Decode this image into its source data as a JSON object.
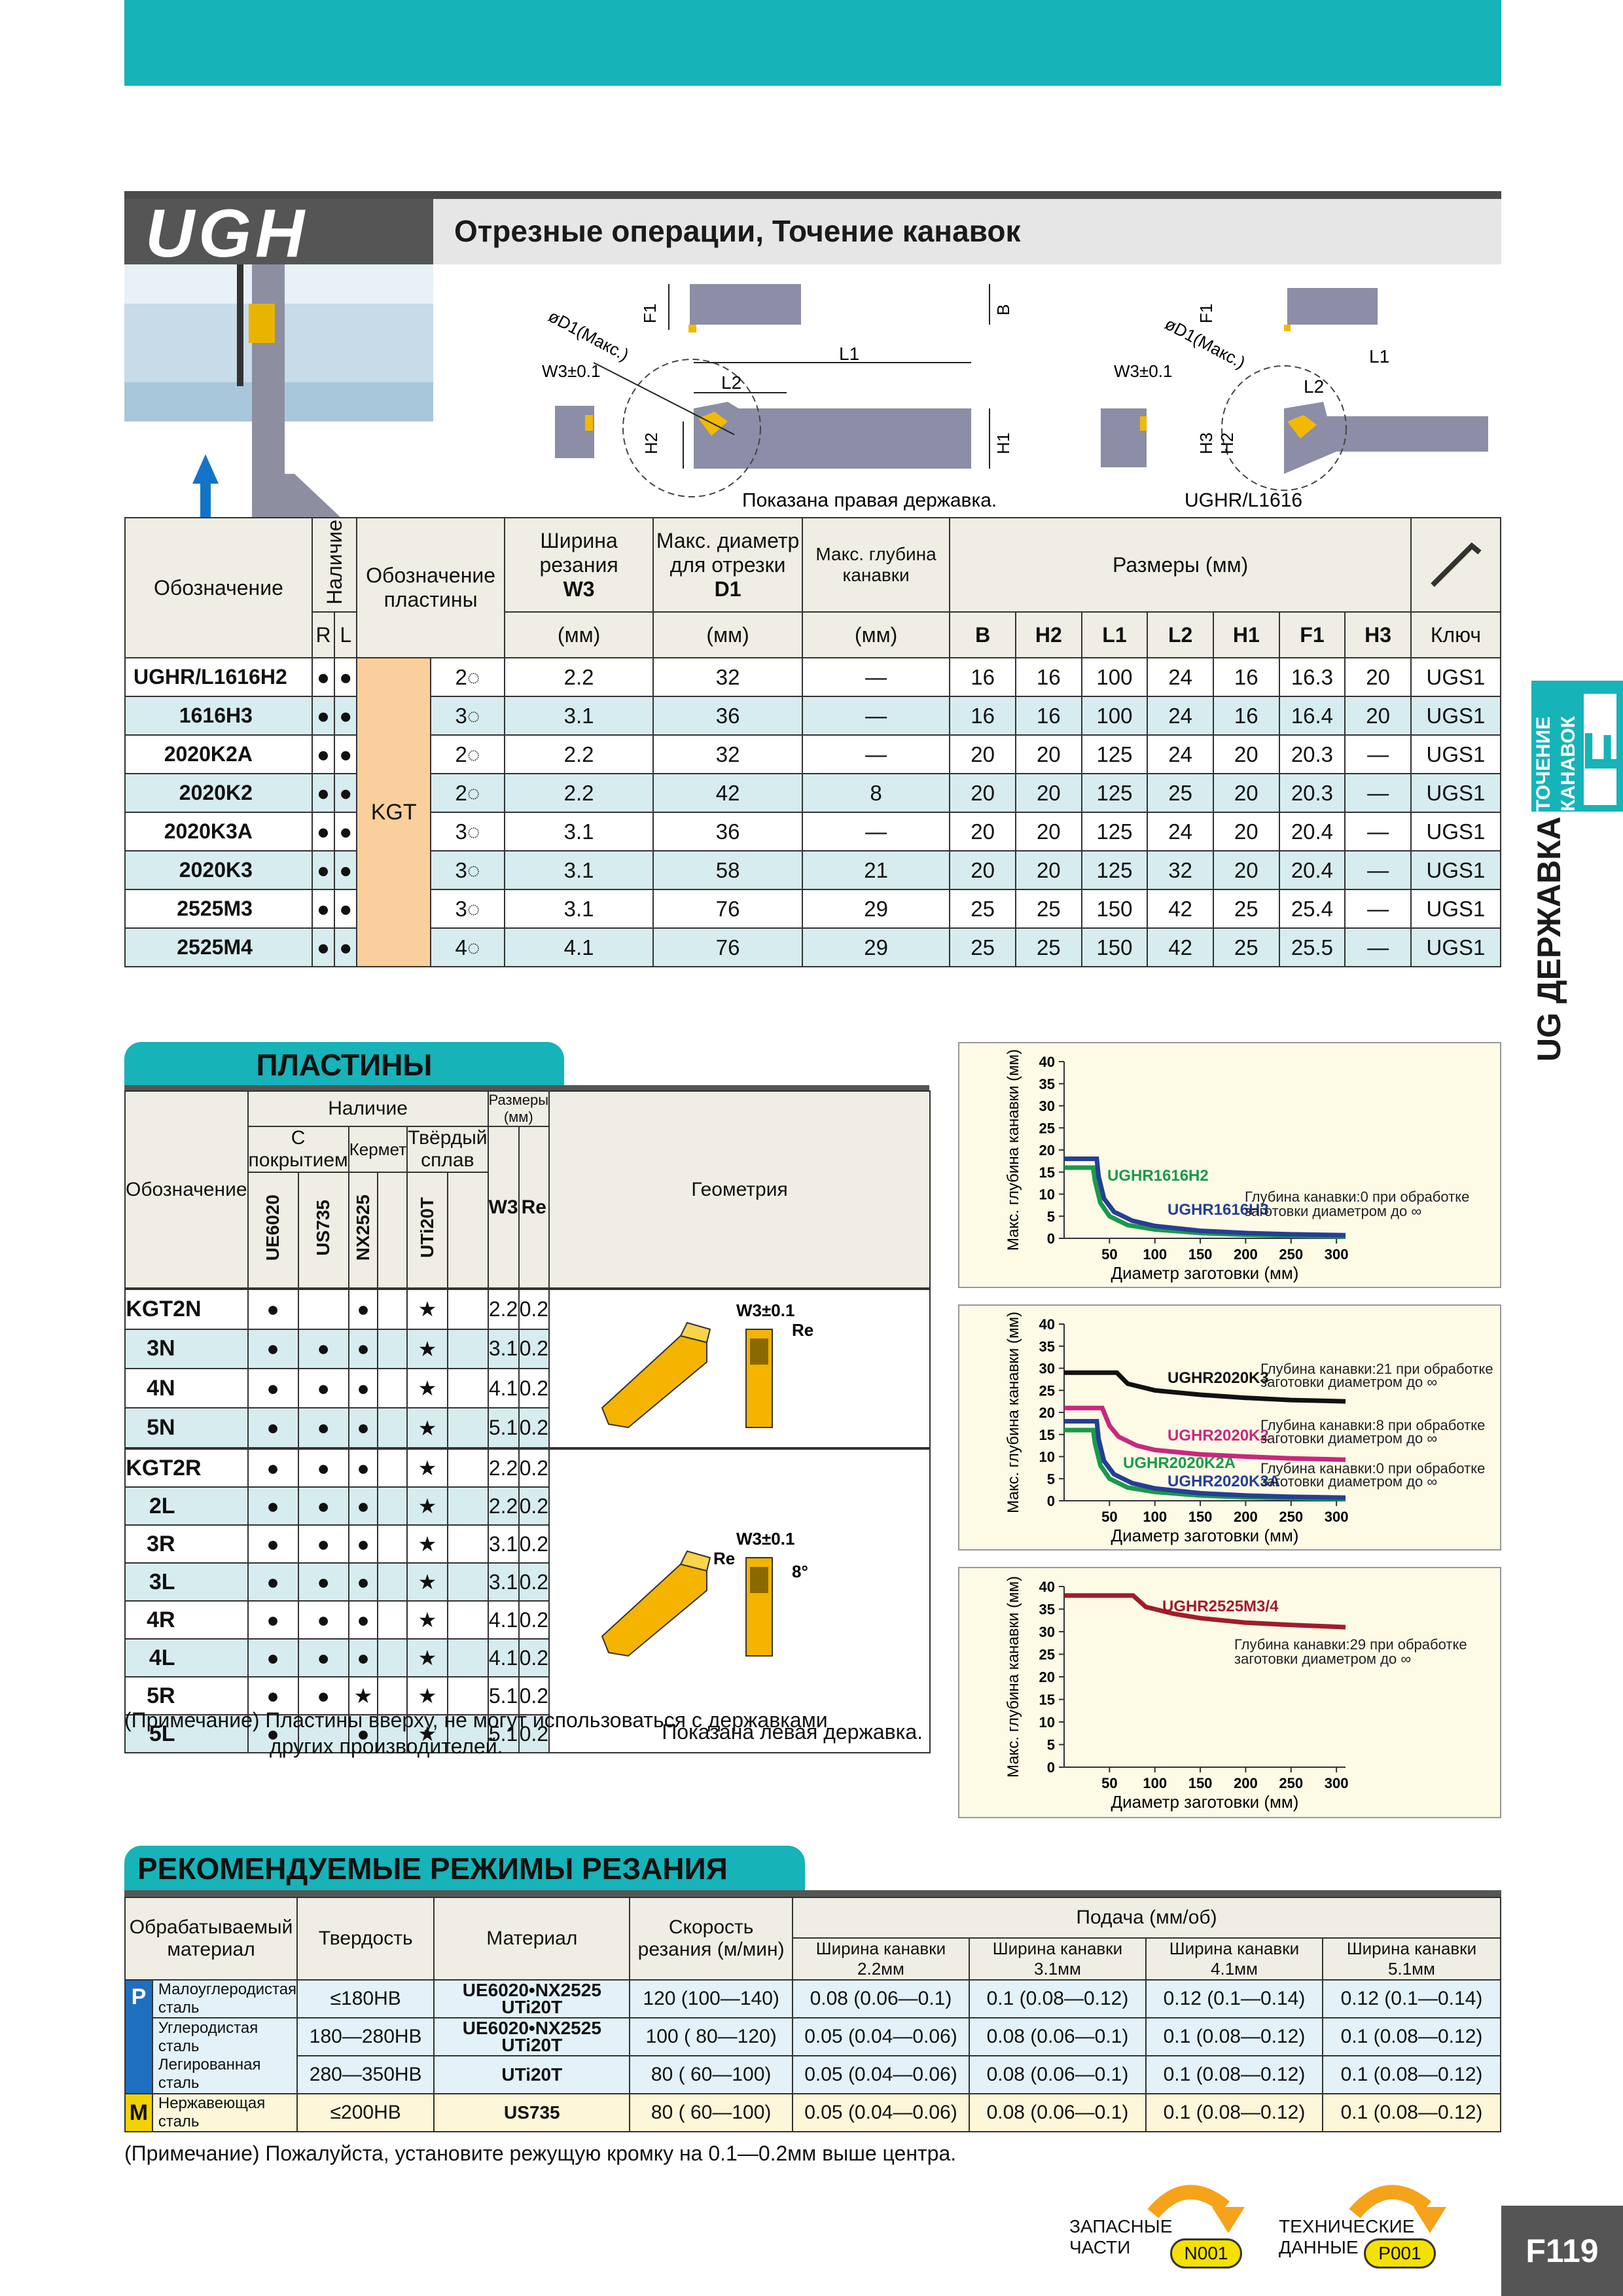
{
  "header": {
    "series": "UGH",
    "title": "Отрезные операции, Точение канавок",
    "drawing": {
      "right_caption": "Показана правая державка.",
      "left_caption": "UGHR/L1616",
      "labels": {
        "d1": "øD1(Макс.)",
        "w3": "W3±0.1",
        "l1": "L1",
        "l2": "L2",
        "h1": "H1",
        "h2": "H2",
        "h3": "H3",
        "f1": "F1",
        "b": "B"
      }
    }
  },
  "holders": {
    "headers": {
      "designation": "Обозначение",
      "availability": "Наличие",
      "r": "R",
      "l": "L",
      "insert_designation": "Обозначение пластины",
      "width": "Ширина резания",
      "width_sym": "W3",
      "width_unit": "(мм)",
      "diam": "Макс. диаметр для отрезки",
      "diam_sym": "D1",
      "diam_unit": "(мм)",
      "depth": "Макс. глубина канавки",
      "depth_unit": "(мм)",
      "dims": "Размеры (мм)",
      "cols": [
        "B",
        "H2",
        "L1",
        "L2",
        "H1",
        "F1",
        "H3"
      ],
      "key": "Ключ"
    },
    "insert_group": "KGT",
    "rows": [
      {
        "name": "UGHR/L1616H2",
        "r": "●",
        "l": "●",
        "ins": "2◌",
        "w3": "2.2",
        "d1": "32",
        "depth": "—",
        "dims": [
          "16",
          "16",
          "100",
          "24",
          "16",
          "16.3",
          "20"
        ],
        "key": "UGS1"
      },
      {
        "name": "1616H3",
        "r": "●",
        "l": "●",
        "ins": "3◌",
        "w3": "3.1",
        "d1": "36",
        "depth": "—",
        "dims": [
          "16",
          "16",
          "100",
          "24",
          "16",
          "16.4",
          "20"
        ],
        "key": "UGS1"
      },
      {
        "name": "2020K2A",
        "r": "●",
        "l": "●",
        "ins": "2◌",
        "w3": "2.2",
        "d1": "32",
        "depth": "—",
        "dims": [
          "20",
          "20",
          "125",
          "24",
          "20",
          "20.3",
          "—"
        ],
        "key": "UGS1"
      },
      {
        "name": "2020K2",
        "r": "●",
        "l": "●",
        "ins": "2◌",
        "w3": "2.2",
        "d1": "42",
        "depth": "8",
        "dims": [
          "20",
          "20",
          "125",
          "25",
          "20",
          "20.3",
          "—"
        ],
        "key": "UGS1"
      },
      {
        "name": "2020K3A",
        "r": "●",
        "l": "●",
        "ins": "3◌",
        "w3": "3.1",
        "d1": "36",
        "depth": "—",
        "dims": [
          "20",
          "20",
          "125",
          "24",
          "20",
          "20.4",
          "—"
        ],
        "key": "UGS1"
      },
      {
        "name": "2020K3",
        "r": "●",
        "l": "●",
        "ins": "3◌",
        "w3": "3.1",
        "d1": "58",
        "depth": "21",
        "dims": [
          "20",
          "20",
          "125",
          "32",
          "20",
          "20.4",
          "—"
        ],
        "key": "UGS1"
      },
      {
        "name": "2525M3",
        "r": "●",
        "l": "●",
        "ins": "3◌",
        "w3": "3.1",
        "d1": "76",
        "depth": "29",
        "dims": [
          "25",
          "25",
          "150",
          "42",
          "25",
          "25.4",
          "—"
        ],
        "key": "UGS1"
      },
      {
        "name": "2525M4",
        "r": "●",
        "l": "●",
        "ins": "4◌",
        "w3": "4.1",
        "d1": "76",
        "depth": "29",
        "dims": [
          "25",
          "25",
          "150",
          "42",
          "25",
          "25.5",
          "—"
        ],
        "key": "UGS1"
      }
    ]
  },
  "inserts": {
    "section_title": "ПЛАСТИНЫ",
    "headers": {
      "designation": "Обозначение",
      "availability": "Наличие",
      "coated": "С покрытием",
      "cermet": "Кермет",
      "carbide": "Твёрдый сплав",
      "grades": [
        "UE6020",
        "US735",
        "NX2525",
        "UTi20T"
      ],
      "sizes": "Размеры (мм)",
      "w3": "W3",
      "re": "Re",
      "geometry": "Геометрия"
    },
    "geo_labels": {
      "w3": "W3±0.1",
      "re": "Re",
      "angle": "8°",
      "caption": "Показана левая державка."
    },
    "group1": [
      {
        "name": "KGT2N",
        "g": [
          "●",
          "",
          "●",
          "★"
        ],
        "w3": "2.2",
        "re": "0.2"
      },
      {
        "name": "3N",
        "g": [
          "●",
          "●",
          "●",
          "★"
        ],
        "w3": "3.1",
        "re": "0.2"
      },
      {
        "name": "4N",
        "g": [
          "●",
          "●",
          "●",
          "★"
        ],
        "w3": "4.1",
        "re": "0.2"
      },
      {
        "name": "5N",
        "g": [
          "●",
          "●",
          "●",
          "★"
        ],
        "w3": "5.1",
        "re": "0.2"
      }
    ],
    "group2": [
      {
        "name": "KGT2R",
        "g": [
          "●",
          "●",
          "●",
          "★"
        ],
        "w3": "2.2",
        "re": "0.2"
      },
      {
        "name": "2L",
        "g": [
          "●",
          "●",
          "●",
          "★"
        ],
        "w3": "2.2",
        "re": "0.2"
      },
      {
        "name": "3R",
        "g": [
          "●",
          "●",
          "●",
          "★"
        ],
        "w3": "3.1",
        "re": "0.2"
      },
      {
        "name": "3L",
        "g": [
          "●",
          "●",
          "●",
          "★"
        ],
        "w3": "3.1",
        "re": "0.2"
      },
      {
        "name": "4R",
        "g": [
          "●",
          "●",
          "●",
          "★"
        ],
        "w3": "4.1",
        "re": "0.2"
      },
      {
        "name": "4L",
        "g": [
          "●",
          "●",
          "●",
          "★"
        ],
        "w3": "4.1",
        "re": "0.2"
      },
      {
        "name": "5R",
        "g": [
          "●",
          "●",
          "★",
          "★"
        ],
        "w3": "5.1",
        "re": "0.2"
      },
      {
        "name": "5L",
        "g": [
          "●",
          "",
          "●",
          "★"
        ],
        "w3": "5.1",
        "re": "0.2"
      }
    ],
    "note_line1": "(Примечание) Пластины вверху, не могут использоваться с державками",
    "note_line2": "других производителей."
  },
  "chart_data": [
    {
      "type": "line",
      "xlabel": "Диаметр заготовки (мм)",
      "ylabel": "Макс. глубина канавки (мм)",
      "xlim": [
        0,
        310
      ],
      "ylim": [
        0,
        40
      ],
      "xticks": [
        50,
        100,
        150,
        200,
        250,
        300
      ],
      "yticks": [
        0,
        5,
        10,
        15,
        20,
        25,
        30,
        35,
        40
      ],
      "series": [
        {
          "name": "UGHR1616H2",
          "color": "#1a9a4a",
          "x": [
            0,
            32,
            34,
            40,
            50,
            70,
            100,
            150,
            200,
            250,
            310
          ],
          "y": [
            16,
            16,
            13,
            8,
            5,
            3,
            2,
            1.2,
            0.8,
            0.6,
            0.4
          ]
        },
        {
          "name": "UGHR1616H3",
          "color": "#243f95",
          "x": [
            0,
            36,
            38,
            44,
            55,
            75,
            100,
            150,
            200,
            250,
            310
          ],
          "y": [
            18,
            18,
            14,
            9,
            6,
            4,
            2.8,
            1.7,
            1.2,
            0.9,
            0.7
          ]
        }
      ],
      "annotations": [
        "Глубина канавки:0 при обработке",
        "заготовки диаметром до ∞"
      ]
    },
    {
      "type": "line",
      "xlabel": "Диаметр заготовки (мм)",
      "ylabel": "Макс. глубина канавки (мм)",
      "xlim": [
        0,
        310
      ],
      "ylim": [
        0,
        40
      ],
      "xticks": [
        50,
        100,
        150,
        200,
        250,
        300
      ],
      "yticks": [
        0,
        5,
        10,
        15,
        20,
        25,
        30,
        35,
        40
      ],
      "series": [
        {
          "name": "UGHR2020K3",
          "color": "#111111",
          "x": [
            0,
            58,
            70,
            100,
            150,
            200,
            250,
            310
          ],
          "y": [
            29,
            29,
            26.5,
            25,
            24,
            23.3,
            22.8,
            22.5
          ]
        },
        {
          "name": "UGHR2020K2",
          "color": "#c8287d",
          "x": [
            0,
            42,
            50,
            60,
            80,
            100,
            150,
            200,
            250,
            310
          ],
          "y": [
            21,
            21,
            17,
            14.5,
            12.5,
            11.5,
            10.5,
            10,
            9.6,
            9.3
          ]
        },
        {
          "name": "UGHR2020K2A",
          "color": "#1a9a4a",
          "x": [
            0,
            32,
            34,
            40,
            50,
            70,
            100,
            150,
            200,
            250,
            310
          ],
          "y": [
            16,
            16,
            13,
            8,
            5,
            3,
            2,
            1.2,
            0.8,
            0.6,
            0.4
          ]
        },
        {
          "name": "UGHR2020K3A",
          "color": "#243f95",
          "x": [
            0,
            36,
            38,
            44,
            55,
            75,
            100,
            150,
            200,
            250,
            310
          ],
          "y": [
            18,
            18,
            14,
            9,
            6,
            4,
            2.8,
            1.7,
            1.2,
            0.9,
            0.7
          ]
        }
      ],
      "annotations": [
        "Глубина канавки:21 при обработке",
        "заготовки диаметром до ∞",
        "Глубина канавки:8 при обработке",
        "заготовки диаметром до ∞",
        "Глубина канавки:0 при обработке",
        "заготовки диаметром до ∞"
      ]
    },
    {
      "type": "line",
      "xlabel": "Диаметр заготовки (мм)",
      "ylabel": "Макс. глубина канавки (мм)",
      "xlim": [
        0,
        310
      ],
      "ylim": [
        0,
        40
      ],
      "xticks": [
        50,
        100,
        150,
        200,
        250,
        300
      ],
      "yticks": [
        0,
        5,
        10,
        15,
        20,
        25,
        30,
        35,
        40
      ],
      "series": [
        {
          "name": "UGHR2525M3/4",
          "color": "#a01d2a",
          "x": [
            0,
            76,
            90,
            120,
            150,
            200,
            250,
            310
          ],
          "y": [
            38,
            38,
            35.5,
            34,
            33,
            32,
            31.5,
            31
          ]
        }
      ],
      "annotations": [
        "Глубина канавки:29 при обработке",
        "заготовки диаметром до ∞"
      ]
    }
  ],
  "cutting": {
    "section_title": "РЕКОМЕНДУЕМЫЕ РЕЖИМЫ РЕЗАНИЯ",
    "headers": {
      "material_group": "Обрабатываемый материал",
      "hardness": "Твердость",
      "grade": "Материал",
      "speed": "Скорость резания (м/мин)",
      "feed": "Подача (мм/об)",
      "widths": [
        "Ширина канавки 2.2мм",
        "Ширина канавки 3.1мм",
        "Ширина канавки 4.1мм",
        "Ширина канавки 5.1мм"
      ]
    },
    "p_label": "P",
    "m_label": "M",
    "mat_low_carbon": "Малоуглеродистая сталь",
    "mat_carbon": "Углеродистая сталь",
    "mat_alloy": "Легированная сталь",
    "mat_stainless": "Нержавеющая сталь",
    "rows": [
      {
        "hardness": "≤180HB",
        "grade1": "UE6020•NX2525",
        "grade2": "UTi20T",
        "speed": "120 (100—140)",
        "f": [
          "0.08 (0.06—0.1)",
          "0.1   (0.08—0.12)",
          "0.12 (0.1—0.14)",
          "0.12 (0.1—0.14)"
        ]
      },
      {
        "hardness": "180—280HB",
        "grade1": "UE6020•NX2525",
        "grade2": "UTi20T",
        "speed": "100 (  80—120)",
        "f": [
          "0.05 (0.04—0.06)",
          "0.08 (0.06—0.1)",
          "0.1 (0.08—0.12)",
          "0.1 (0.08—0.12)"
        ]
      },
      {
        "hardness": "280—350HB",
        "grade1": "UTi20T",
        "grade2": "",
        "speed": "80 (  60—100)",
        "f": [
          "0.05 (0.04—0.06)",
          "0.08 (0.06—0.1)",
          "0.1 (0.08—0.12)",
          "0.1 (0.08—0.12)"
        ]
      },
      {
        "hardness": "≤200HB",
        "grade1": "US735",
        "grade2": "",
        "speed": "80 (  60—100)",
        "f": [
          "0.05 (0.04—0.06)",
          "0.08 (0.06—0.1)",
          "0.1 (0.08—0.12)",
          "0.1 (0.08—0.12)"
        ]
      }
    ],
    "note": "(Примечание) Пожалуйста, установите режущую кромку на 0.1—0.2мм выше центра."
  },
  "side": {
    "main": "UG ДЕРЖАВКА",
    "sub1": "ТОЧЕНИЕ",
    "sub2": "КАНАВОК",
    "letter": "E"
  },
  "footer": {
    "spare_line1": "ЗАПАСНЫЕ",
    "spare_line2": "ЧАСТИ",
    "spare_code": "N001",
    "tech_line1": "ТЕХНИЧЕСКИЕ",
    "tech_line2": "ДАННЫЕ",
    "tech_code": "P001",
    "page": "F119"
  },
  "colors": {
    "teal": "#16b3b8",
    "peach": "#fbcf9c",
    "light_cyan": "#d7ecee",
    "p_blue": "#1e6fc0",
    "m_yellow": "#f2d200"
  }
}
